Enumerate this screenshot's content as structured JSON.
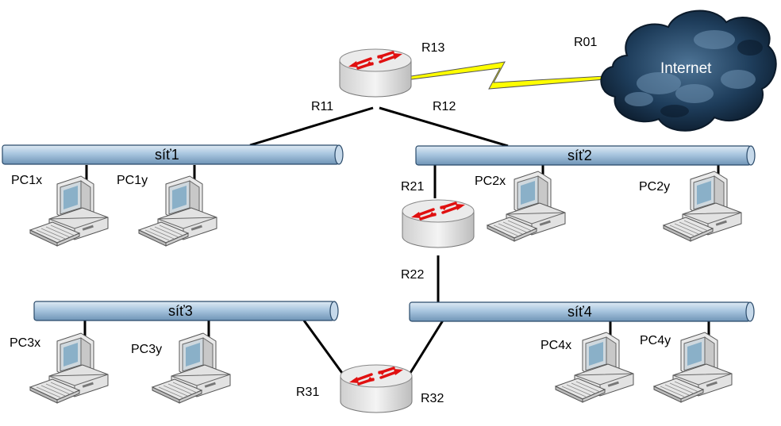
{
  "internet": {
    "label": "Internet",
    "icon": "cloud-icon"
  },
  "networks": [
    {
      "id": "sit1",
      "label": "síť1"
    },
    {
      "id": "sit2",
      "label": "síť2"
    },
    {
      "id": "sit3",
      "label": "síť3"
    },
    {
      "id": "sit4",
      "label": "síť4"
    }
  ],
  "routers": [
    {
      "id": "R1",
      "icon": "router-icon",
      "interfaces": [
        "R11",
        "R12",
        "R13"
      ]
    },
    {
      "id": "R2",
      "icon": "router-icon",
      "interfaces": [
        "R21",
        "R22"
      ]
    },
    {
      "id": "R3",
      "icon": "router-icon",
      "interfaces": [
        "R31",
        "R32"
      ]
    }
  ],
  "labels": {
    "R01": "R01",
    "R11": "R11",
    "R12": "R12",
    "R13": "R13",
    "R21": "R21",
    "R22": "R22",
    "R31": "R31",
    "R32": "R32"
  },
  "pcs": [
    {
      "id": "pc1x",
      "label": "PC1x",
      "network": "síť1"
    },
    {
      "id": "pc1y",
      "label": "PC1y",
      "network": "síť1"
    },
    {
      "id": "pc2x",
      "label": "PC2x",
      "network": "síť2"
    },
    {
      "id": "pc2y",
      "label": "PC2y",
      "network": "síť2"
    },
    {
      "id": "pc3x",
      "label": "PC3x",
      "network": "síť3"
    },
    {
      "id": "pc3y",
      "label": "PC3y",
      "network": "síť3"
    },
    {
      "id": "pc4x",
      "label": "PC4x",
      "network": "síť4"
    },
    {
      "id": "pc4y",
      "label": "PC4y",
      "network": "síť4"
    }
  ],
  "colors": {
    "bus_fill": "#a9c6df",
    "bus_stroke": "#2a4a6a",
    "router_body": "#e6e6e6",
    "router_arrows": "#e01010",
    "wan_link": "#ffff00",
    "cloud_dark": "#0e2236",
    "cloud_light": "#5f86a6"
  }
}
